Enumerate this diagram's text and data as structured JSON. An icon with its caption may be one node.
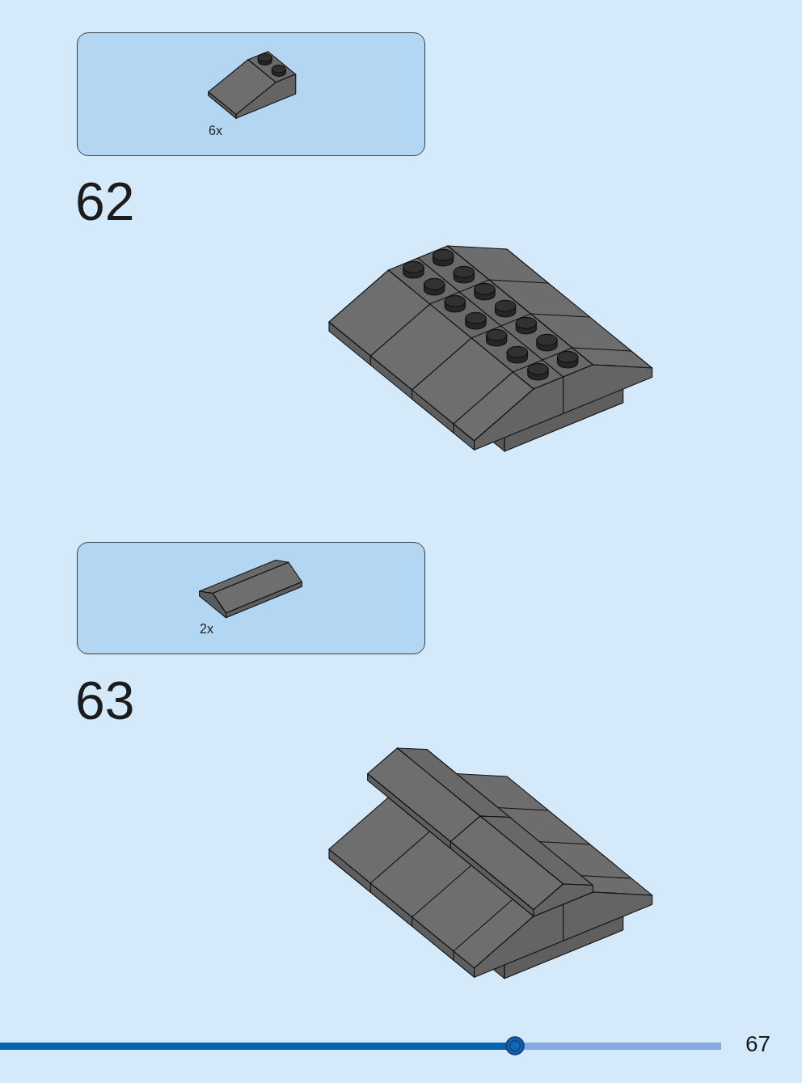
{
  "diagram": {
    "nodes": [
      {
        "text": [
          "6x"
        ]
      },
      {
        "text": [
          "2x"
        ]
      }
    ],
    "labels": [
      "62",
      "63",
      "67"
    ]
  }
}
